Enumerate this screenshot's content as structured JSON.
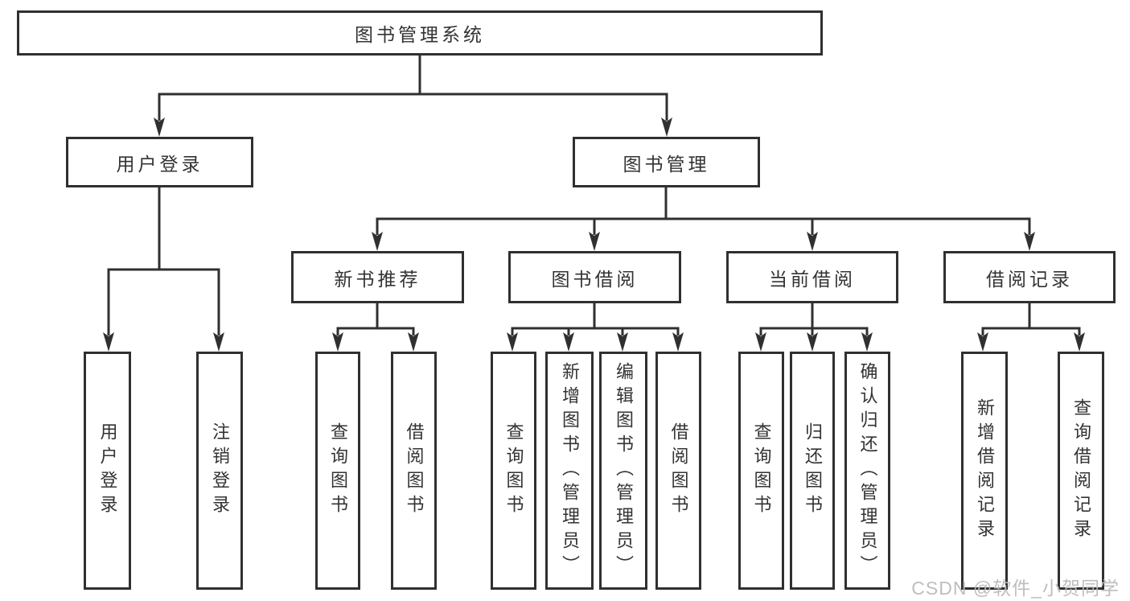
{
  "diagram_title": "图书管理系统",
  "watermark": "CSDN @软件_小贺同学",
  "colors": {
    "line": "#303030",
    "text": "#333333",
    "box_fill": "#ffffff",
    "watermark": "#bababa",
    "background": "#ffffff"
  },
  "nodes": {
    "root": {
      "label": "图书管理系统"
    },
    "user_login": {
      "label": "用户登录"
    },
    "book_mgmt": {
      "label": "图书管理"
    },
    "new_book": {
      "label": "新书推荐"
    },
    "book_borrow": {
      "label": "图书借阅"
    },
    "current_borrow": {
      "label": "当前借阅"
    },
    "borrow_record": {
      "label": "借阅记录"
    },
    "leaf_user_login": {
      "label": "用户登录"
    },
    "leaf_logout": {
      "label": "注销登录"
    },
    "leaf_query_book_nb": {
      "label": "查询图书"
    },
    "leaf_borrow_book_nb": {
      "label": "借阅图书"
    },
    "leaf_query_book_bb": {
      "label": "查询图书"
    },
    "leaf_add_book": {
      "label": "新增图书（管理员）"
    },
    "leaf_edit_book": {
      "label": "编辑图书（管理员）"
    },
    "leaf_borrow_book_bb": {
      "label": "借阅图书"
    },
    "leaf_query_book_cb": {
      "label": "查询图书"
    },
    "leaf_return_book": {
      "label": "归还图书"
    },
    "leaf_confirm_return": {
      "label": "确认归还（管理员）"
    },
    "leaf_add_record": {
      "label": "新增借阅记录"
    },
    "leaf_query_record": {
      "label": "查询借阅记录"
    }
  },
  "hierarchy": [
    {
      "parent": "图书管理系统",
      "children": [
        "用户登录",
        "图书管理"
      ]
    },
    {
      "parent": "用户登录",
      "children": [
        "用户登录",
        "注销登录"
      ]
    },
    {
      "parent": "图书管理",
      "children": [
        "新书推荐",
        "图书借阅",
        "当前借阅",
        "借阅记录"
      ]
    },
    {
      "parent": "新书推荐",
      "children": [
        "查询图书",
        "借阅图书"
      ]
    },
    {
      "parent": "图书借阅",
      "children": [
        "查询图书",
        "新增图书（管理员）",
        "编辑图书（管理员）",
        "借阅图书"
      ]
    },
    {
      "parent": "当前借阅",
      "children": [
        "查询图书",
        "归还图书",
        "确认归还（管理员）"
      ]
    },
    {
      "parent": "借阅记录",
      "children": [
        "新增借阅记录",
        "查询借阅记录"
      ]
    }
  ]
}
